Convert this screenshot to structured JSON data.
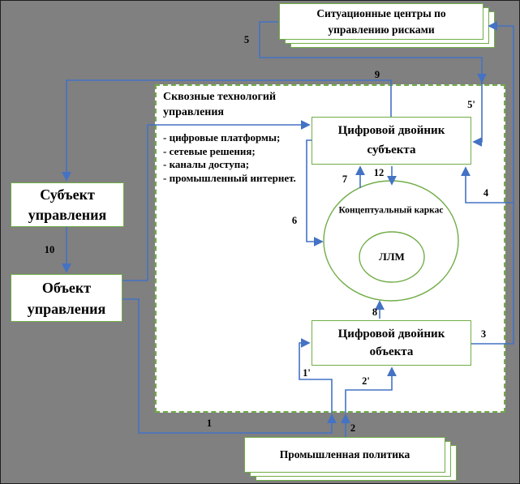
{
  "diagram": {
    "boxes": {
      "situational_centers": "Ситуационные центры по управлению рисками",
      "subject": "Субъект управления",
      "object": "Объект управления",
      "twin_subject": "Цифровой двойник субъекта",
      "twin_object": "Цифровой двойник объекта",
      "industrial_policy": "Промышленная политика"
    },
    "container": {
      "title": "Сквозные технологий управления",
      "bullets": [
        "- цифровые платформы;",
        "- сетевые решения;",
        "- каналы доступа;",
        "- промышленный интернет."
      ]
    },
    "core": {
      "outer": "Концептуальный каркас",
      "inner": "ЛЛМ"
    },
    "arrow_labels": {
      "n1": "1",
      "n1p": "1'",
      "n2": "2",
      "n2p": "2'",
      "n3": "3",
      "n4": "4",
      "n5": "5",
      "n5p": "5'",
      "n6": "6",
      "n7": "7",
      "n8": "8",
      "n9": "9",
      "n10": "10",
      "n12": "12"
    },
    "colors": {
      "background": "#808080",
      "box_border": "#70AD47",
      "arrow_blue": "#4472C4",
      "text": "#000000"
    }
  }
}
